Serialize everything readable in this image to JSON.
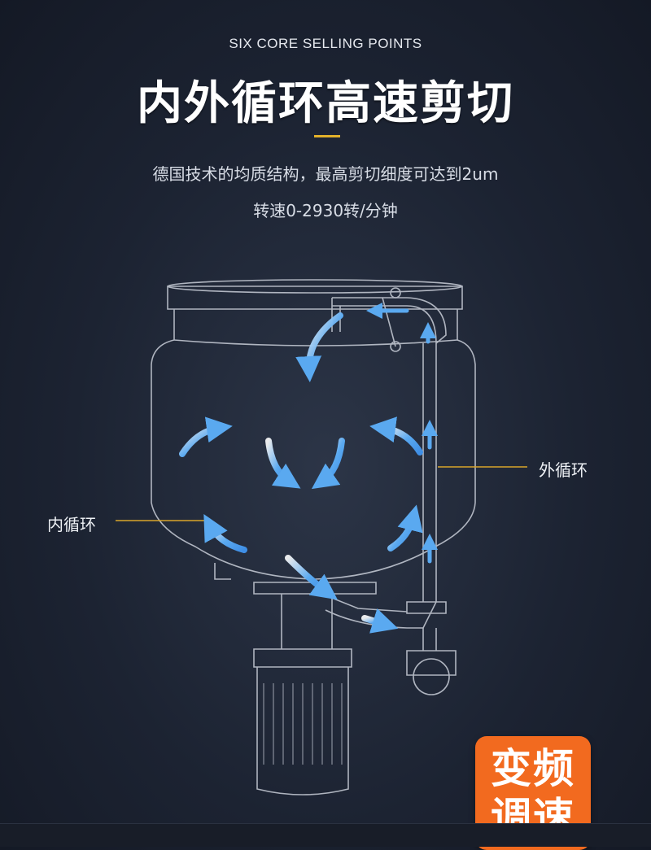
{
  "header": {
    "eyebrow": "SIX CORE SELLING POINTS",
    "title": "内外循环高速剪切",
    "subtitle_line1": "德国技术的均质结构，最高剪切细度可达到2um",
    "subtitle_line2": "转速0-2930转/分钟"
  },
  "callouts": {
    "outer_circulation": "外循环",
    "inner_circulation": "内循环"
  },
  "badge": {
    "line1": "变频",
    "line2": "调速"
  },
  "colors": {
    "accent_line": "#e3b12a",
    "leader_line": "#d9a52a",
    "arrow_blue": "#5aa9f0",
    "badge_orange": "#f26a1f",
    "outline": "#c9ced8"
  },
  "icons": {
    "flow_arrows": "curved-arrow-icon",
    "tank": "mixing-tank-outline"
  }
}
